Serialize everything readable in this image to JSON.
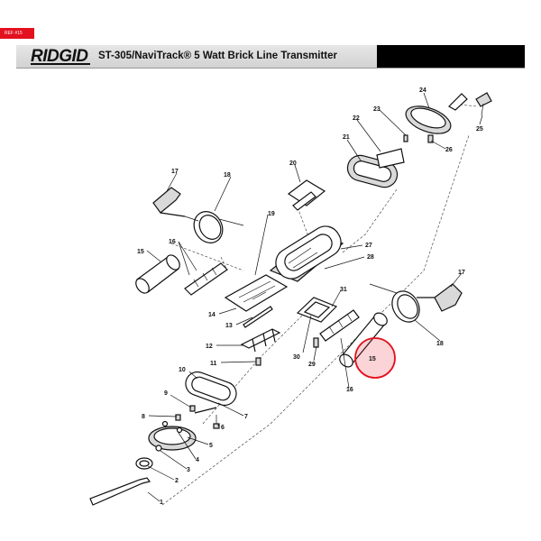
{
  "ref_tag": "REF #15",
  "header": {
    "brand": "RIDGID",
    "title": "ST-305/NaviTrack® 5 Watt Brick Line Transmitter"
  },
  "callouts": {
    "n1": "1",
    "n2": "2",
    "n3": "3",
    "n4": "4",
    "n5": "5",
    "n6": "6",
    "n7": "7",
    "n8": "8",
    "n9": "9",
    "n10": "10",
    "n11": "11",
    "n12": "12",
    "n13": "13",
    "n14": "14",
    "n15a": "15",
    "n15b": "15",
    "n16a": "16",
    "n16b": "16",
    "n17a": "17",
    "n17b": "17",
    "n18a": "18",
    "n18b": "18",
    "n19": "19",
    "n20": "20",
    "n21": "21",
    "n22": "22",
    "n23": "23",
    "n24": "24",
    "n25": "25",
    "n26": "26",
    "n27": "27",
    "n28": "28",
    "n29": "29",
    "n30": "30",
    "n31": "31"
  },
  "highlight": {
    "label": "15",
    "color": "#e3101e"
  },
  "colors": {
    "brand_red": "#e3101e",
    "header_dark": "#000000",
    "header_light": "#dcdcdc"
  }
}
